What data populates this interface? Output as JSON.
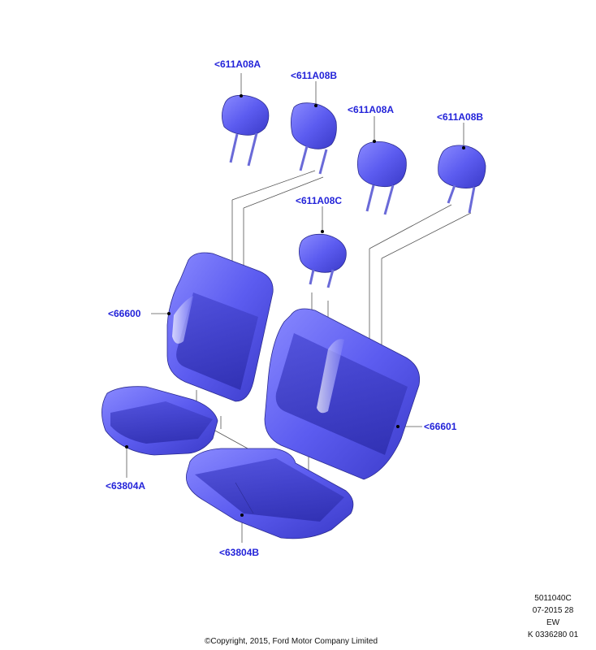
{
  "colors": {
    "part_fill": "#5c5cf0",
    "part_light": "#8a8aff",
    "part_dark": "#3232b4",
    "callout_text": "#2323d9",
    "leader_line": "#555555"
  },
  "callouts": {
    "headrest_a1": "<611A08A",
    "headrest_b1": "<611A08B",
    "headrest_a2": "<611A08A",
    "headrest_b2": "<611A08B",
    "headrest_c": "<611A08C",
    "backrest_left": "<66600",
    "backrest_right": "<66601",
    "cushion_left": "<63804A",
    "cushion_right": "<63804B"
  },
  "footer": {
    "doc_code": "5011040C",
    "date": "07-2015 28",
    "region": "EW",
    "ref": "K 0336280 01",
    "copyright": "©Copyright, 2015, Ford Motor Company Limited"
  }
}
